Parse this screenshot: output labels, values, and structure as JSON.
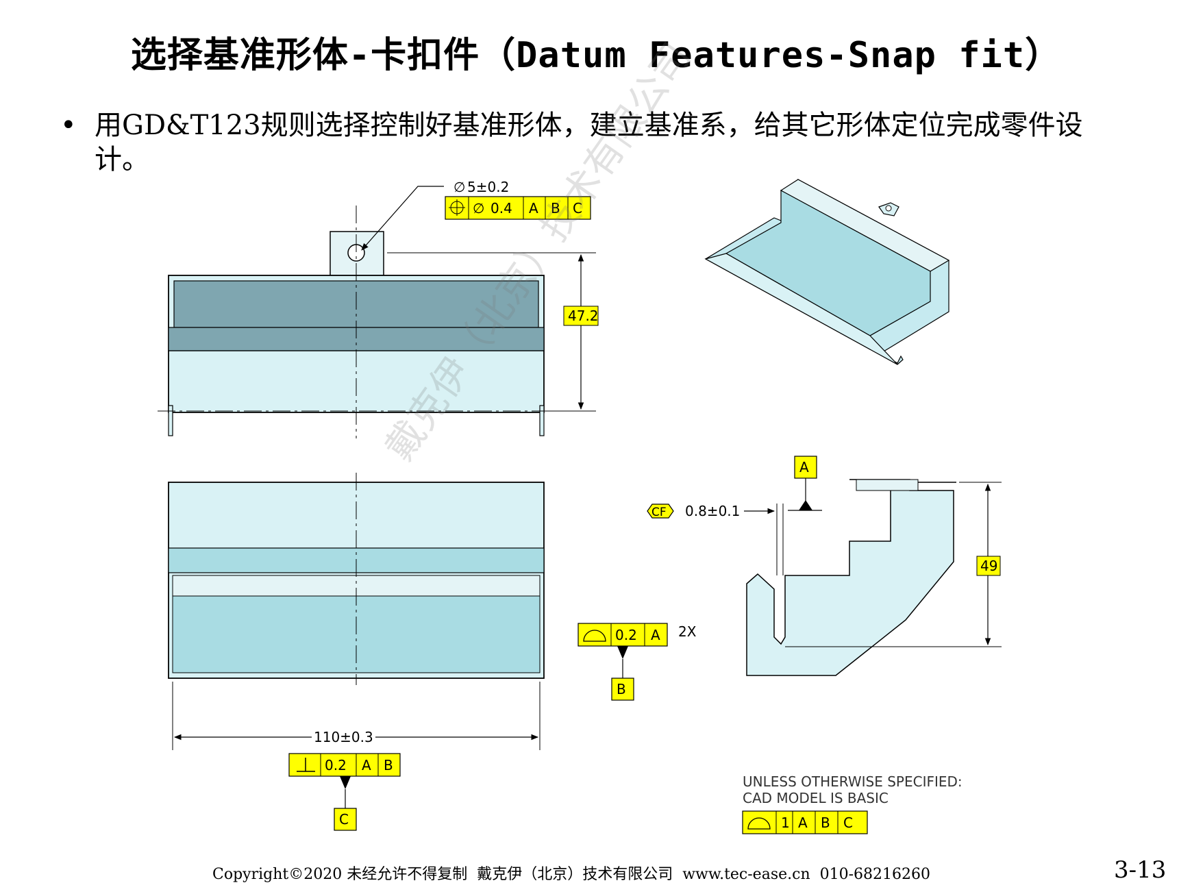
{
  "title": "选择基准形体-卡扣件（Datum Features-Snap fit）",
  "bullet_text": "用GD&T123规则选择控制好基准形体，建立基准系，给其它形体定位完成零件设计。",
  "watermark": "戴克伊（北京）技术有限公司",
  "drawing": {
    "hole_dim": "5±0.2",
    "hole_fcf": {
      "tol": "0.4",
      "d1": "A",
      "d2": "B",
      "d3": "C"
    },
    "height_top": "47.2",
    "width_dim": "110±0.3",
    "perp_fcf": {
      "tol": "0.2",
      "d1": "A",
      "d2": "B"
    },
    "datum_c": "C",
    "datum_a": "A",
    "cf_label": "CF",
    "thickness_dim": "0.8±0.1",
    "height_right": "49",
    "profile_fcf": {
      "tol": "0.2",
      "d1": "A"
    },
    "count": "2X",
    "datum_b": "B",
    "note_line1": "UNLESS OTHERWISE SPECIFIED:",
    "note_line2": "CAD MODEL IS BASIC",
    "note_fcf": {
      "tol": "1",
      "d1": "A",
      "d2": "B",
      "d3": "C"
    }
  },
  "footer": "Copyright©2020 未经允许不得复制  戴克伊（北京）技术有限公司  www.tec-ease.cn  010-68216260",
  "page_number": "3-13",
  "colors": {
    "fcf_yellow": "#ffff00",
    "light_cyan": "#d9f2f5",
    "mid_cyan": "#a9dce3",
    "slate": "#7fa6b0"
  }
}
